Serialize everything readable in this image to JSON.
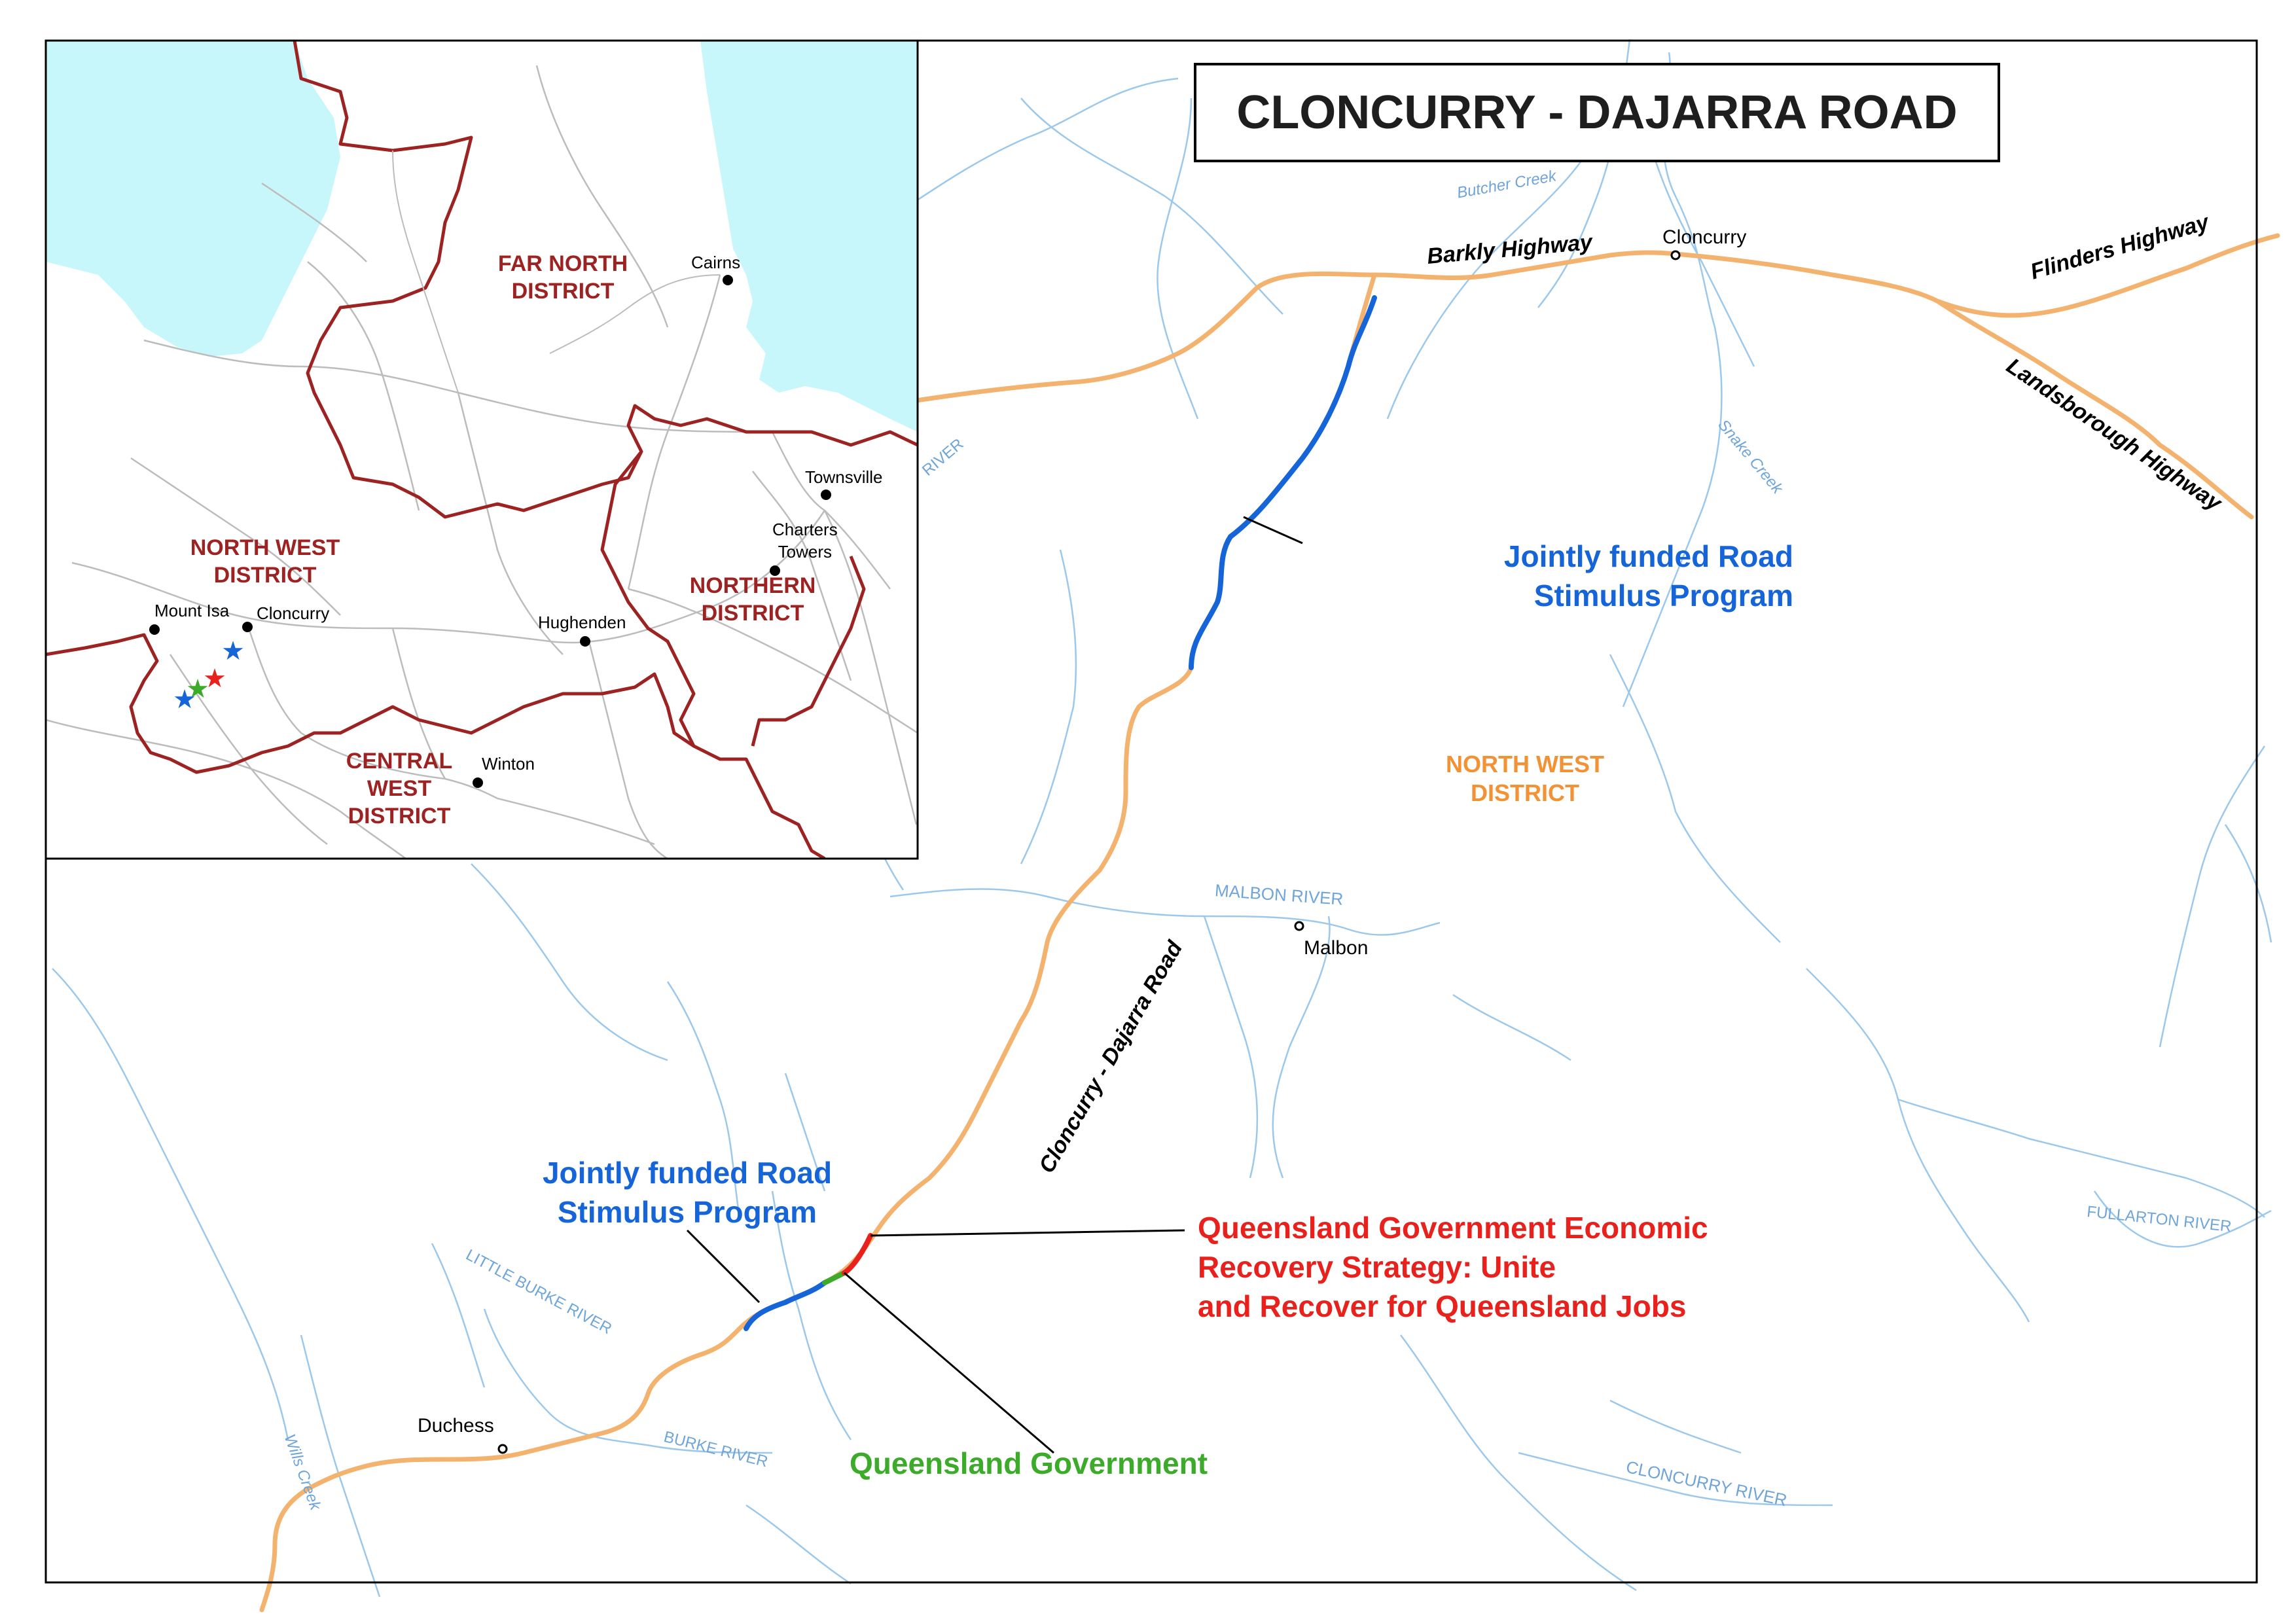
{
  "title": "CLONCURRY - DAJARRA ROAD",
  "colors": {
    "road": "#f3b26d",
    "river": "#9cc8ec",
    "sea": "#c8f7fb",
    "district_border": "#9d2323",
    "blue_section": "#1565d8",
    "green_section": "#3cab2a",
    "red_section": "#e8211d"
  },
  "main_map": {
    "roads": [
      "Barkly Highway",
      "Flinders Highway",
      "Landsborough Highway",
      "Cloncurry - Dajarra Road"
    ],
    "towns": [
      "Cloncurry",
      "Malbon",
      "Duchess"
    ],
    "rivers": [
      "Butcher Creek",
      "Snake Creek",
      "MALBON RIVER",
      "LITTLE BURKE RIVER",
      "BURKE RIVER",
      "CLONCURRY RIVER",
      "FULLARTON RIVER",
      "Wills Creek",
      "RIVER"
    ],
    "district": "NORTH WEST DISTRICT",
    "district_lines": [
      "NORTH WEST",
      "DISTRICT"
    ],
    "callouts": {
      "blue_north": [
        "Jointly funded Road",
        "Stimulus Program"
      ],
      "blue_south": [
        "Jointly funded Road",
        "Stimulus Program"
      ],
      "red": [
        "Queensland Government Economic",
        "Recovery Strategy: Unite",
        "and Recover for Queensland Jobs"
      ],
      "green": [
        "Queensland Government"
      ]
    }
  },
  "inset_map": {
    "districts": {
      "far_north": [
        "FAR NORTH",
        "DISTRICT"
      ],
      "north_west": [
        "NORTH WEST",
        "DISTRICT"
      ],
      "northern": [
        "NORTHERN",
        "DISTRICT"
      ],
      "central_west": [
        "CENTRAL",
        "WEST",
        "DISTRICT"
      ]
    },
    "towns": {
      "cairns": "Cairns",
      "townsville": "Townsville",
      "charters_towers": [
        "Charters",
        "Towers"
      ],
      "mount_isa": "Mount Isa",
      "cloncurry": "Cloncurry",
      "hughenden": "Hughenden",
      "winton": "Winton"
    },
    "markers": [
      "blue-star",
      "red-star",
      "green-star",
      "blue-star"
    ]
  }
}
